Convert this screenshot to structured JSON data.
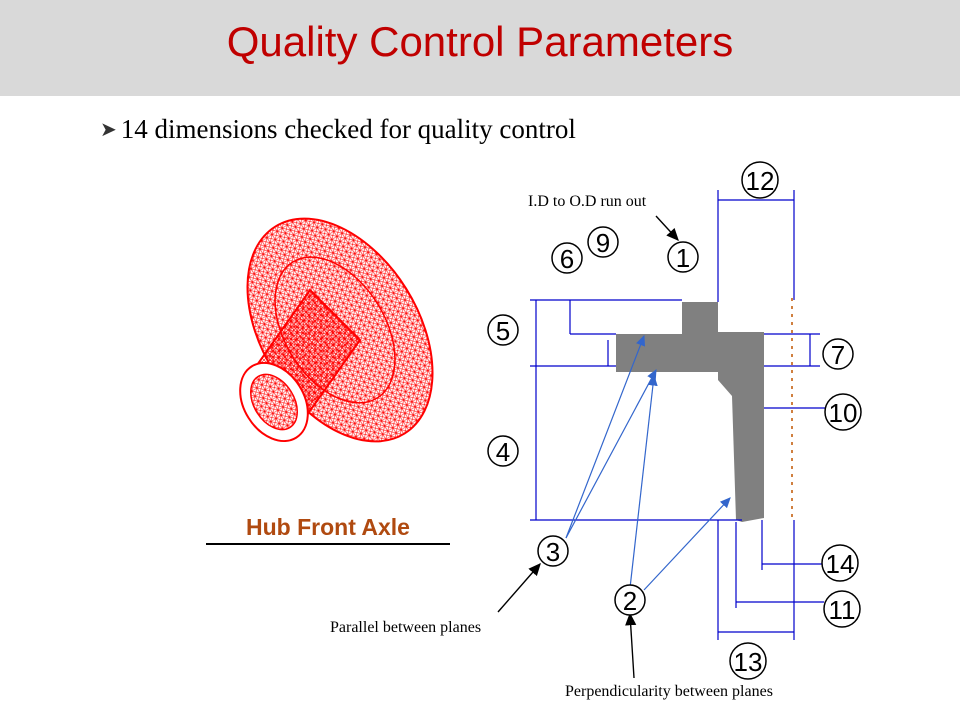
{
  "title": "Quality Control Parameters",
  "bullet": {
    "icon": "arrow-bullet-icon",
    "text": "14 dimensions checked for quality control"
  },
  "part_name": "Hub Front Axle",
  "annotations": {
    "runout": "I.D to O.D run out",
    "parallel": "Parallel between planes",
    "perpendicular": "Perpendicularity between planes"
  },
  "dimension_labels": [
    "1",
    "2",
    "3",
    "4",
    "5",
    "6",
    "7",
    "9",
    "10",
    "11",
    "12",
    "13",
    "14"
  ],
  "colors": {
    "title": "#c00000",
    "part_name": "#b04a10",
    "mesh": "#ff0000",
    "section": "#808080",
    "dimension_lines": "#0000cc",
    "leader_lines": "#3366cc"
  }
}
